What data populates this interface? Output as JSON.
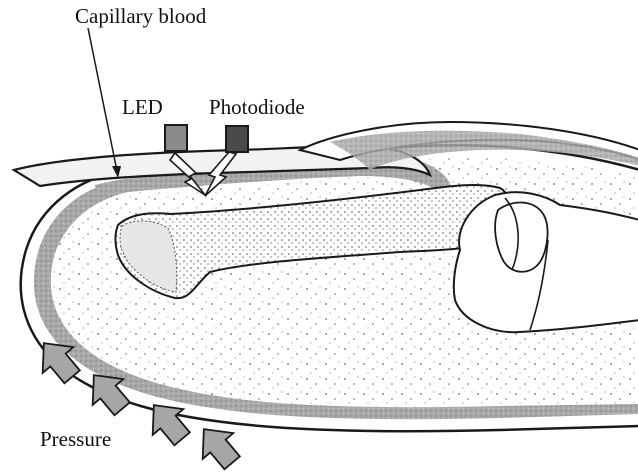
{
  "labels": {
    "capillary_blood": "Capillary blood",
    "led": "LED",
    "photodiode": "Photodiode",
    "pressure": "Pressure"
  },
  "colors": {
    "background": "#ffffff",
    "outline": "#1a1a1a",
    "capillary_layer": "#a9a9a9",
    "nail": "#f2f2f2",
    "led_fill": "#8a8a8a",
    "photodiode_fill": "#4a4a4a",
    "arrow_fill": "#a6a6a6"
  },
  "icons": {
    "light_ray": "zigzag-lightning-icon",
    "pressure_arrow": "block-arrow-up-right-icon"
  }
}
